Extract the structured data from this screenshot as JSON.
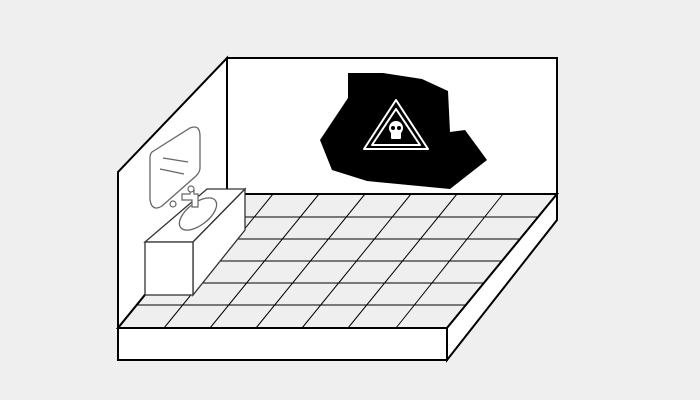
{
  "scene": {
    "background_color": "#efefef",
    "wall_color": "#ffffff",
    "floor_tile_color": "#efefef",
    "line_color": "#000000",
    "mold_color": "#000000",
    "icons": [
      "mold-stain",
      "warning-triangle-icon",
      "skull-icon",
      "mirror",
      "sink",
      "faucet"
    ]
  }
}
